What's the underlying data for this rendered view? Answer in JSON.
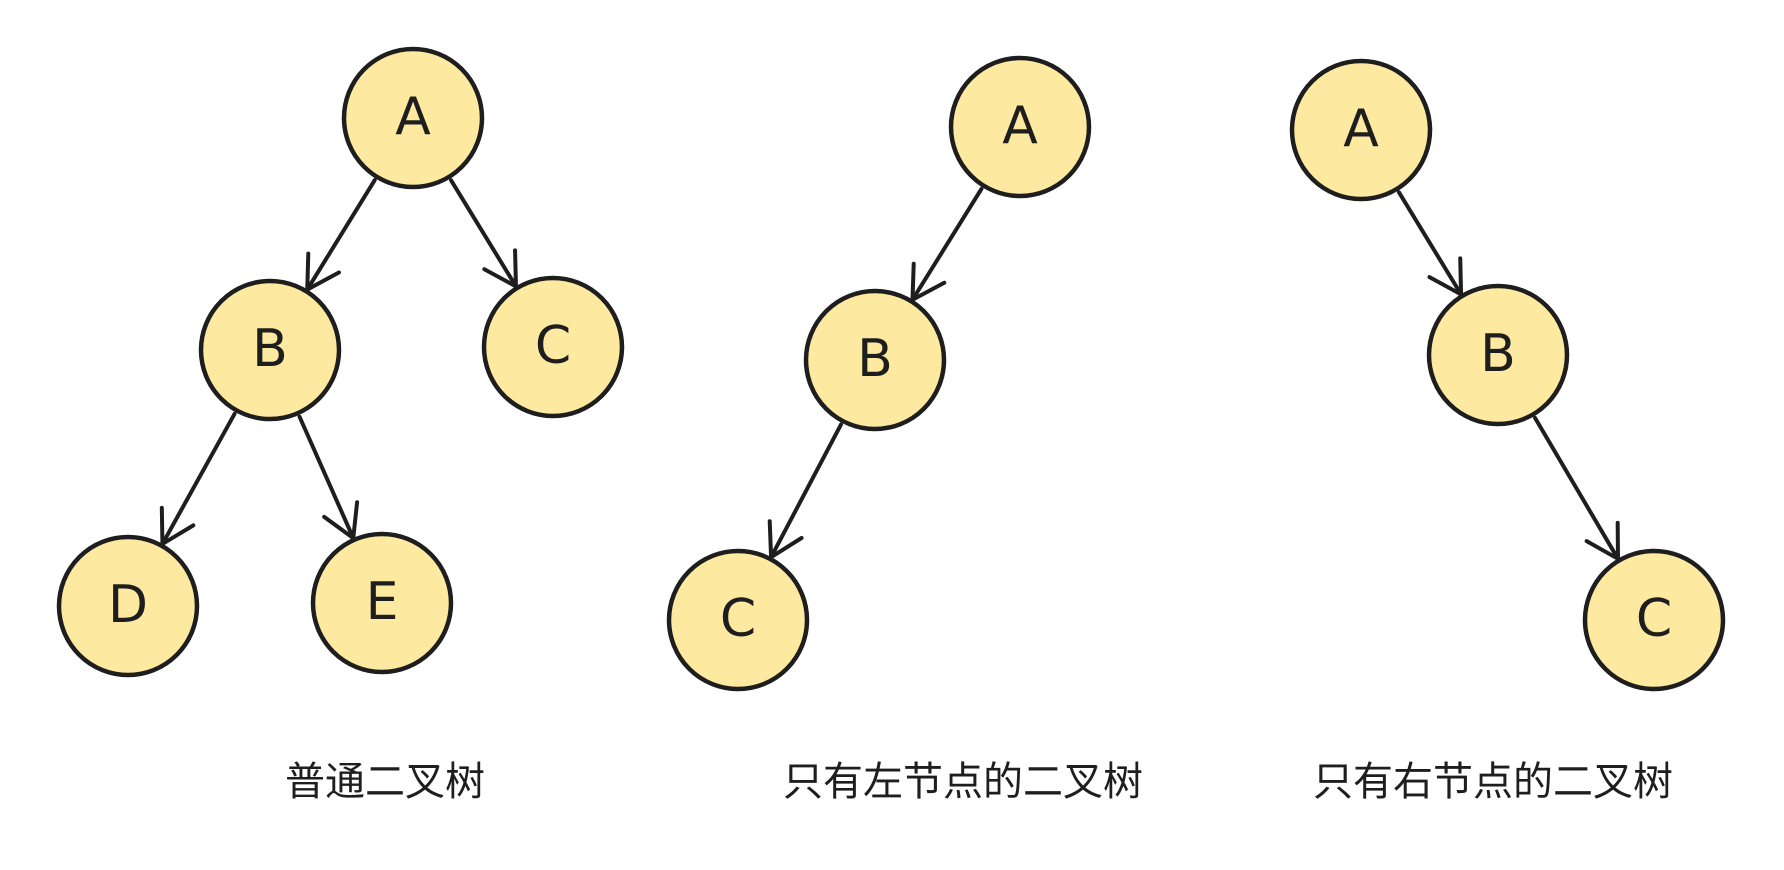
{
  "diagrams": [
    {
      "caption": "普通二叉树",
      "nodes": [
        {
          "id": "A",
          "label": "A"
        },
        {
          "id": "B",
          "label": "B"
        },
        {
          "id": "C",
          "label": "C"
        },
        {
          "id": "D",
          "label": "D"
        },
        {
          "id": "E",
          "label": "E"
        }
      ],
      "edges": [
        {
          "from": "A",
          "to": "B"
        },
        {
          "from": "A",
          "to": "C"
        },
        {
          "from": "B",
          "to": "D"
        },
        {
          "from": "B",
          "to": "E"
        }
      ]
    },
    {
      "caption": "只有左节点的二叉树",
      "nodes": [
        {
          "id": "A",
          "label": "A"
        },
        {
          "id": "B",
          "label": "B"
        },
        {
          "id": "C",
          "label": "C"
        }
      ],
      "edges": [
        {
          "from": "A",
          "to": "B"
        },
        {
          "from": "B",
          "to": "C"
        }
      ]
    },
    {
      "caption": "只有右节点的二叉树",
      "nodes": [
        {
          "id": "A",
          "label": "A"
        },
        {
          "id": "B",
          "label": "B"
        },
        {
          "id": "C",
          "label": "C"
        }
      ],
      "edges": [
        {
          "from": "A",
          "to": "B"
        },
        {
          "from": "B",
          "to": "C"
        }
      ]
    }
  ],
  "colors": {
    "node_fill": "#fde9a0",
    "stroke": "#1e1e1e",
    "background": "#ffffff"
  }
}
